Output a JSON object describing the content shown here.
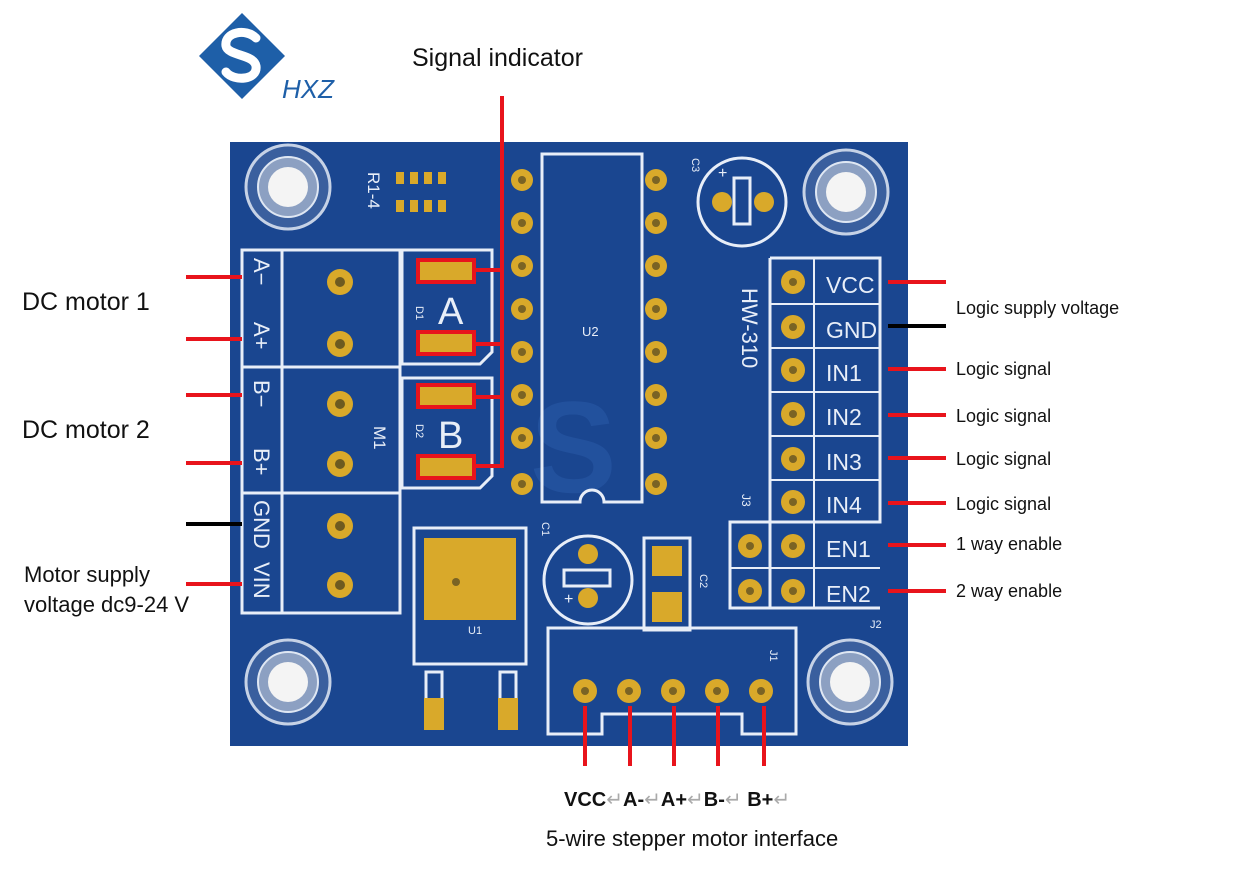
{
  "logo": {
    "text": "HXZ",
    "color": "#1e5fa8"
  },
  "board": {
    "color": "#1a4690",
    "model": "HW-310",
    "silk": {
      "r1_4": "R1-4",
      "u2": "U2",
      "u1": "U1",
      "c1": "C1",
      "c2": "C2",
      "c3": "C3",
      "m1": "M1",
      "d1": "D1",
      "d2": "D2",
      "j1": "J1",
      "j2": "J2",
      "j3": "J3",
      "led_a": "A",
      "led_b": "B"
    },
    "motor_terminals": [
      "A−",
      "A+",
      "B−",
      "B+",
      "GND",
      "VIN"
    ],
    "header_pins": [
      "VCC",
      "GND",
      "IN1",
      "IN2",
      "IN3",
      "IN4",
      "EN1",
      "EN2"
    ]
  },
  "annotations": {
    "signal_indicator": "Signal indicator",
    "dc_motor_1": "DC motor 1",
    "dc_motor_2": "DC motor 2",
    "motor_supply_line1": "Motor supply",
    "motor_supply_line2": "voltage dc9-24 V",
    "logic_supply": "Logic supply voltage",
    "logic_signal_1": "Logic signal",
    "logic_signal_2": "Logic signal",
    "logic_signal_3": "Logic signal",
    "logic_signal_4": "Logic signal",
    "enable_1": "1 way enable",
    "enable_2": "2 way enable",
    "stepper_pins": [
      "VCC",
      "A-",
      "A+",
      "B-",
      "B+"
    ],
    "stepper_interface": "5-wire stepper motor interface"
  },
  "colors": {
    "wire_red": "#e8141c",
    "gold": "#d9a92a",
    "silk": "#e8eef8"
  }
}
